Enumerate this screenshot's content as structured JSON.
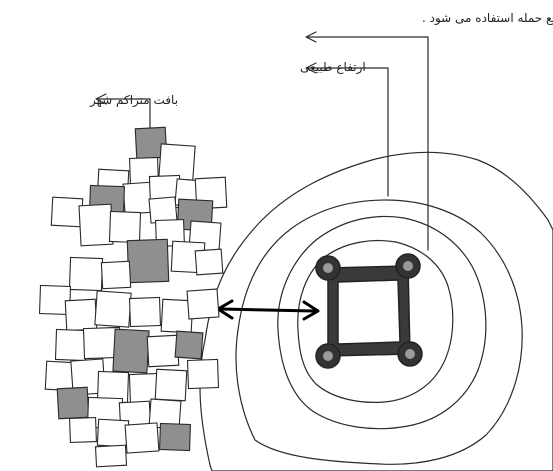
{
  "labels": {
    "citadel": "قلعه مرو وا هم شهر که در مواقع حمله استفاده می شود .",
    "elevation": "ارتفاع طبیعی",
    "city_fabric": "بافت متراکم شهر"
  }
}
